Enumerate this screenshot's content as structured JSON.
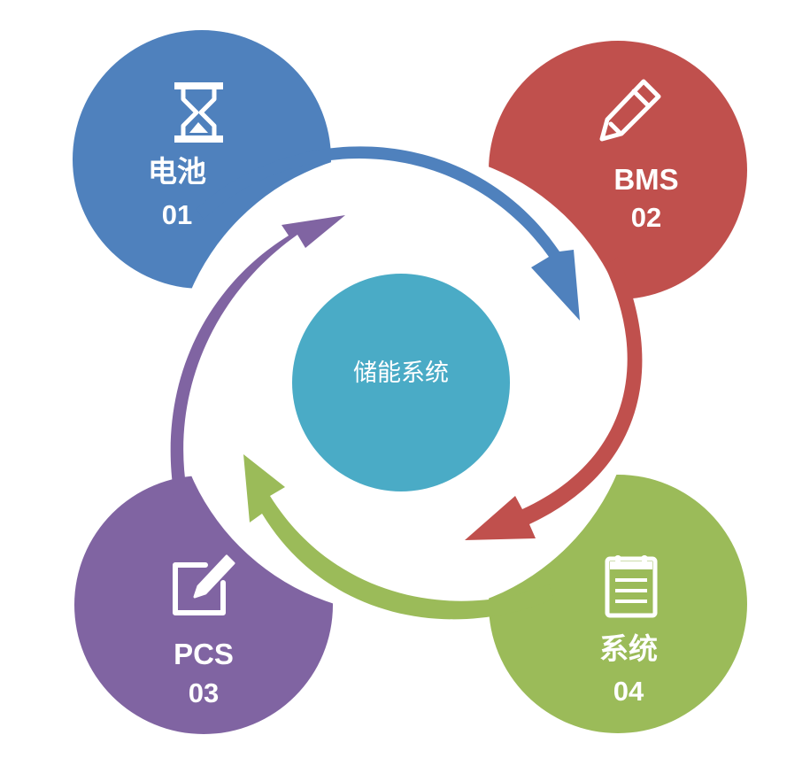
{
  "center": {
    "label": "储能系统",
    "color": "#4aabc6"
  },
  "nodes": [
    {
      "id": "battery",
      "title": "电池",
      "number": "01",
      "color": "#4f81bd",
      "icon": "hourglass-icon"
    },
    {
      "id": "bms",
      "title": "BMS",
      "number": "02",
      "color": "#c0504d",
      "icon": "pencil-icon"
    },
    {
      "id": "pcs",
      "title": "PCS",
      "number": "03",
      "color": "#8064a2",
      "icon": "edit-icon"
    },
    {
      "id": "system",
      "title": "系统",
      "number": "04",
      "color": "#9bbb59",
      "icon": "notepad-icon"
    }
  ]
}
